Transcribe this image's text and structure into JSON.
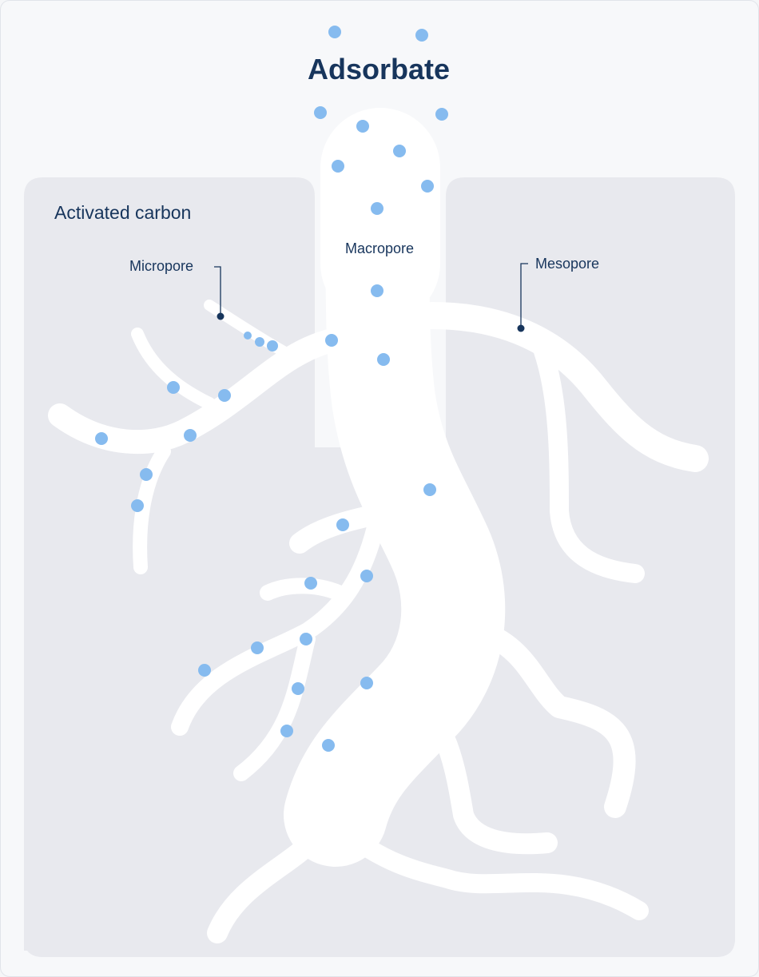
{
  "title": "Adsorbate",
  "material_label": "Activated carbon",
  "labels": {
    "macropore": "Macropore",
    "micropore": "Micropore",
    "mesopore": "Mesopore"
  },
  "colors": {
    "panel": "#e8e9ee",
    "pore": "#ffffff",
    "adsorbate": "#86bbef",
    "text": "#17355c"
  }
}
